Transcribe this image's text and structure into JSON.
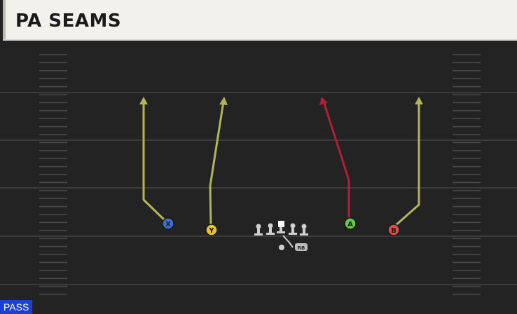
{
  "play": {
    "title": "PA SEAMS",
    "play_type": "PASS"
  },
  "colors": {
    "field": "#232323",
    "yard_line": "#3c3c3c",
    "hash": "#4a4a4a",
    "route_primary": "#b4b45a",
    "route_hot": "#b01e37",
    "badge": "#1c3fd6"
  },
  "players": [
    {
      "id": "X",
      "label": "X",
      "color": "#3a6fd8"
    },
    {
      "id": "Y",
      "label": "Y",
      "color": "#e8c22a"
    },
    {
      "id": "A",
      "label": "A",
      "color": "#5fcf45"
    },
    {
      "id": "B",
      "label": "B",
      "color": "#e14a4a"
    }
  ],
  "backfield": {
    "rb_label": "RB",
    "qb_icon": "quarterback-icon",
    "lineman_icon": "lineman-icon"
  }
}
